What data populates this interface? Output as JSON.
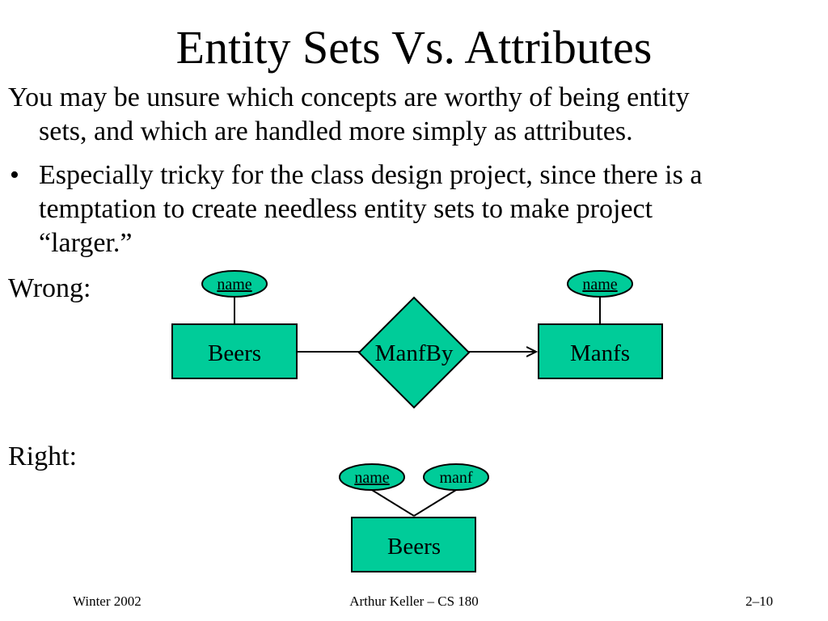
{
  "slide": {
    "title": "Entity Sets Vs. Attributes",
    "intro_line1": "You may be unsure which concepts are worthy of being entity",
    "intro_line2": "sets, and which are handled more simply as attributes.",
    "bullet_symbol": "•",
    "bullet_line1": "Especially tricky for the class design project, since there is a",
    "bullet_line2": "temptation to create needless entity sets to make project",
    "bullet_line3": "“larger.”",
    "wrong_label": "Wrong:",
    "right_label": "Right:"
  },
  "colors": {
    "entity_fill": "#00CC99",
    "stroke": "#000000"
  },
  "wrong_diagram": {
    "entity_left": "Beers",
    "attr_left": "name",
    "relationship": "ManfBy",
    "entity_right": "Manfs",
    "attr_right": "name"
  },
  "right_diagram": {
    "entity": "Beers",
    "attr_1": "name",
    "attr_2": "manf"
  },
  "footer": {
    "left": "Winter 2002",
    "center": "Arthur Keller – CS 180",
    "right": "2–10"
  }
}
